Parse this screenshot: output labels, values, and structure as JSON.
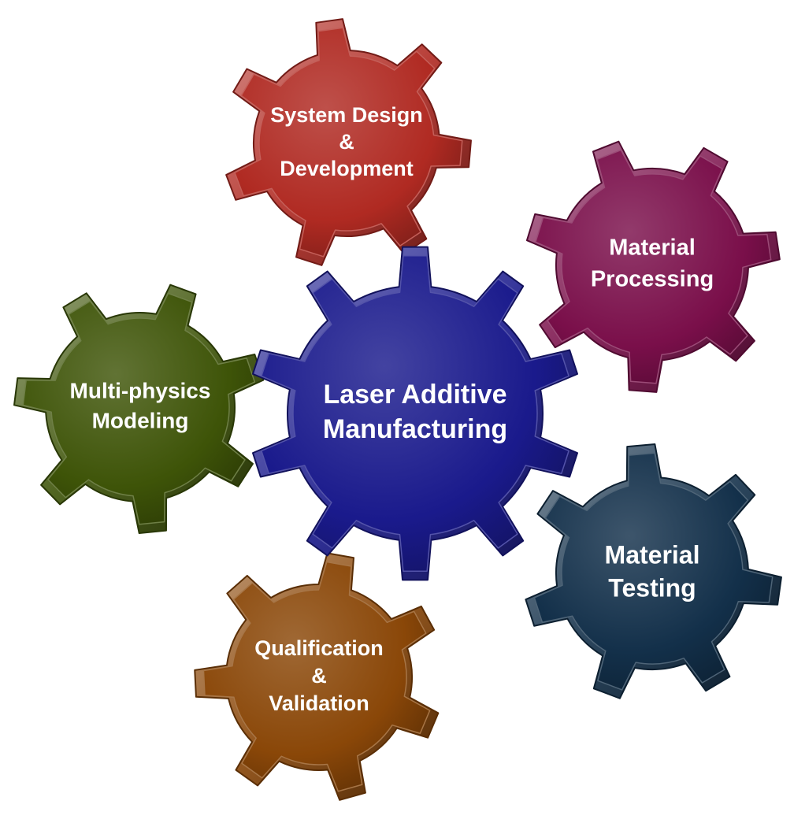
{
  "diagram": {
    "center": {
      "lines": [
        "Laser Additive",
        "Manufacturing"
      ],
      "color": "#1a1a8c"
    },
    "gears": [
      {
        "key": "system-design",
        "lines": [
          "System Design",
          "&",
          "Development"
        ],
        "color": "#b02a22"
      },
      {
        "key": "material-processing",
        "lines": [
          "Material",
          "Processing"
        ],
        "color": "#7a0f4a"
      },
      {
        "key": "material-testing",
        "lines": [
          "Material",
          "Testing"
        ],
        "color": "#13304a"
      },
      {
        "key": "qualification-validation",
        "lines": [
          "Qualification",
          "&",
          "Validation"
        ],
        "color": "#8a4708"
      },
      {
        "key": "multiphysics-modeling",
        "lines": [
          "Multi-physics",
          "Modeling"
        ],
        "color": "#3e5408"
      }
    ]
  }
}
